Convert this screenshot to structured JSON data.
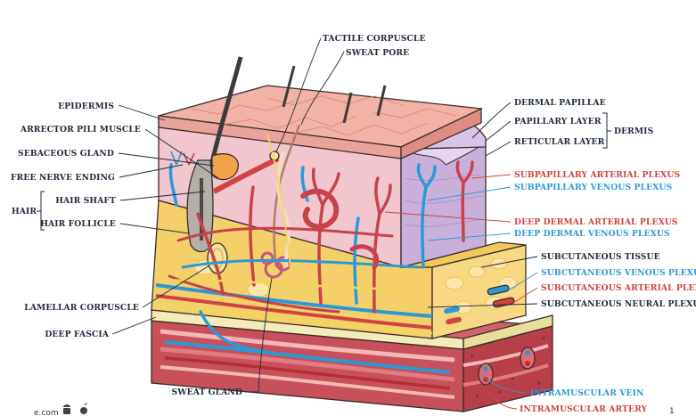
{
  "labels": {
    "tactile_corpuscle": "TACTILE CORPUSCLE",
    "sweat_pore": "SWEAT PORE",
    "epidermis": "EPIDERMIS",
    "arrector_pili_muscle": "ARRECTOR PILI MUSCLE",
    "sebaceous_gland": "SEBACEOUS GLAND",
    "free_nerve_ending": "FREE NERVE ENDING",
    "hair": "HAIR",
    "hair_shaft": "HAIR SHAFT",
    "hair_follicle": "HAIR FOLLICLE",
    "lamellar_corpuscle": "LAMELLAR CORPUSCLE",
    "deep_fascia": "DEEP FASCIA",
    "sweat_gland": "SWEAT GLAND",
    "dermal_papillae": "DERMAL PAPILLAE",
    "papillary_layer": "PAPILLARY LAYER",
    "reticular_layer": "RETICULAR LAYER",
    "dermis": "DERMIS",
    "subpapillary_arterial_plexus": "SUBPAPILLARY ARTERIAL PLEXUS",
    "subpapillary_venous_plexus": "SUBPAPILLARY VENOUS PLEXUS",
    "deep_dermal_arterial_plexus": "DEEP DERMAL ARTERIAL PLEXUS",
    "deep_dermal_venous_plexus": "DEEP DERMAL VENOUS PLEXUS",
    "subcutaneous_tissue": "SUBCUTANEOUS TISSUE",
    "subcutaneous_venous_plexus": "SUBCUTANEOUS VENOUS PLEXUS",
    "subcutaneous_arterial_plexus": "SUBCUTANEOUS ARTERIAL PLEXUS",
    "subcutaneous_neural_plexus": "SUBCUTANEOUS NEURAL PLEXUS",
    "intramuscular_vein": "INTRAMUSCULAR VEIN",
    "intramuscular_artery": "INTRAMUSCULAR ARTERY"
  },
  "footer": {
    "left_text": "e.com",
    "right_text": "1"
  },
  "colors": {
    "label_dark": "#1f2a3a",
    "label_artery": "#d0433f",
    "label_vein": "#2a9ad6",
    "epidermis": "#e9a39a",
    "dermis": "#f1c6cf",
    "reticular": "#c9b0da",
    "subcutaneous": "#f5cf6a",
    "fascia": "#f3ecb8",
    "muscle": "#c8505a"
  },
  "icons": [
    "skin-cross-section-illustration",
    "android-icon",
    "apple-icon"
  ]
}
